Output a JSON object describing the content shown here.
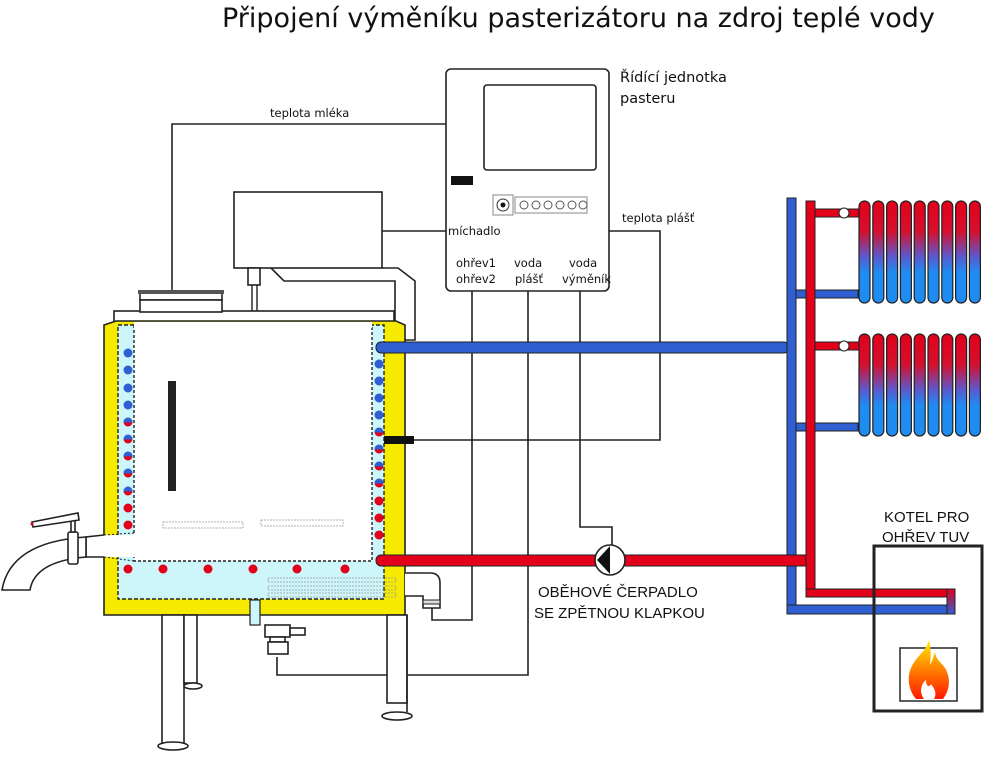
{
  "title": "Připojení výměníku pasterizátoru na zdroj teplé vody",
  "control_unit": {
    "name_line1": "Řídící jednotka",
    "name_line2": "pasteru",
    "button_count": 6,
    "ports": {
      "stirrer": "míchadlo",
      "heating1": "ohřev1",
      "heating2": "ohřev2",
      "water_jacket_line1": "voda",
      "water_jacket_line2": "plášť",
      "water_exchanger_line1": "voda",
      "water_exchanger_line2": "výměník"
    }
  },
  "sensors": {
    "milk_temperature": "teplota mléka",
    "jacket_temperature": "teplota plášť"
  },
  "pump": {
    "label_line1": "OBĚHOVÉ ČERPADLO",
    "label_line2": "SE ZPĚTNOU KLAPKOU"
  },
  "boiler": {
    "label_line1": "KOTEL PRO",
    "label_line2": "OHŘEV TUV"
  },
  "radiators": {
    "count": 2,
    "fins_per_radiator": 9
  },
  "colors": {
    "hot_water": "#e2001a",
    "cold_water": "#2f5fd0",
    "radiator_cold": "#1e8cf0",
    "insulation": "#f5ea00",
    "jacket_water": "#cdf6fb",
    "outline": "#222222"
  }
}
